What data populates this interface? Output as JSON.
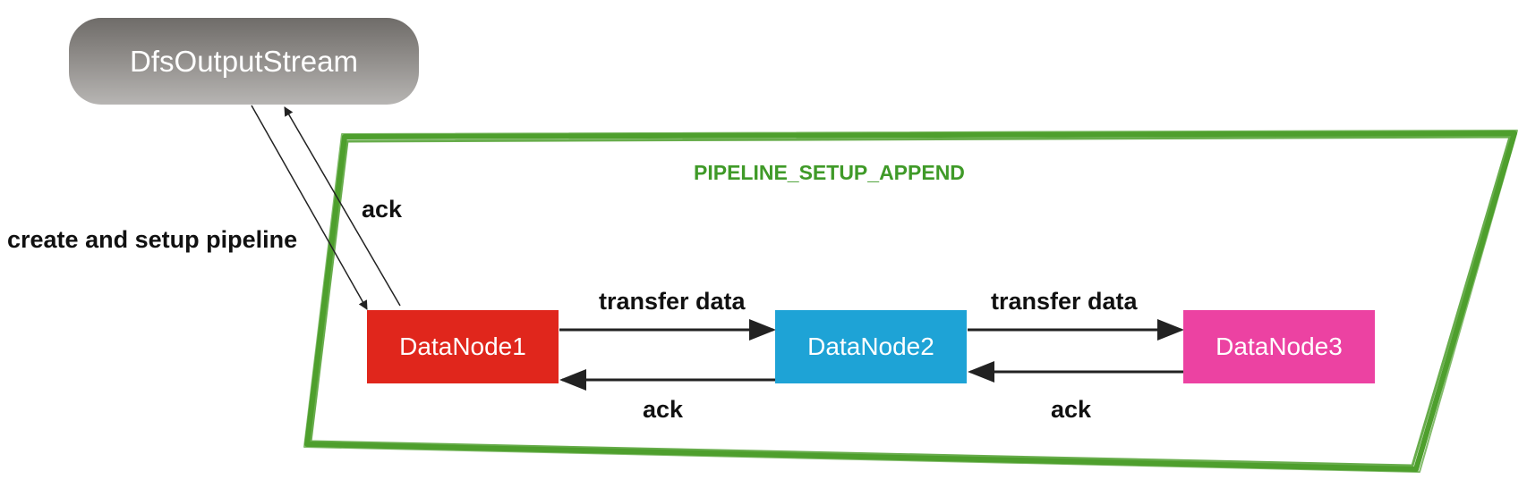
{
  "client": {
    "label": "DfsOutputStream"
  },
  "pipeline": {
    "title": "PIPELINE_SETUP_APPEND"
  },
  "nodes": [
    {
      "label": "DataNode1",
      "color": "#e0261c"
    },
    {
      "label": "DataNode2",
      "color": "#1ea3d6"
    },
    {
      "label": "DataNode3",
      "color": "#ec42a2"
    }
  ],
  "edges": {
    "setup_label": "create and setup pipeline",
    "setup_ack_label": "ack",
    "transfer_1_2": "transfer data",
    "transfer_2_3": "transfer data",
    "ack_2_1": "ack",
    "ack_3_2": "ack"
  },
  "colors": {
    "pipeline_border": "#4e9f2d",
    "arrow": "#222222"
  }
}
